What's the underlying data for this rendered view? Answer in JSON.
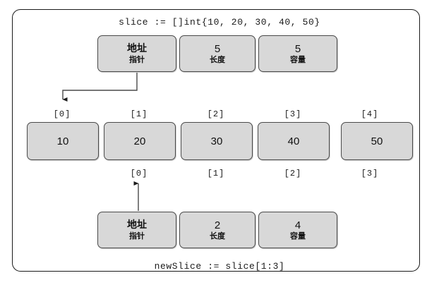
{
  "diagram": {
    "title_top": "slice := []int{10, 20, 30, 40, 50}",
    "title_bottom": "newSlice := slice[1:3]",
    "colors": {
      "box_fill": "#d8d8d8",
      "box_border": "#4a4a4a",
      "frame_border": "#1a1a1a",
      "text": "#111111",
      "background": "#ffffff"
    },
    "slice_header_top": {
      "name": "slice",
      "fields": [
        {
          "value": "地址",
          "label": "指针"
        },
        {
          "value": "5",
          "label": "长度"
        },
        {
          "value": "5",
          "label": "容量"
        }
      ]
    },
    "slice_header_bottom": {
      "name": "newSlice",
      "fields": [
        {
          "value": "地址",
          "label": "指针"
        },
        {
          "value": "2",
          "label": "长度"
        },
        {
          "value": "4",
          "label": "容量"
        }
      ]
    },
    "array": {
      "cells": [
        "10",
        "20",
        "30",
        "40",
        "50"
      ],
      "index_labels_top": [
        "[0]",
        "[1]",
        "[2]",
        "[3]",
        "[4]"
      ],
      "index_labels_bottom": [
        "[0]",
        "[1]",
        "[2]",
        "[3]"
      ]
    },
    "pointers": [
      {
        "name": "slice-pointer-arrow",
        "from": "slice header pointer field",
        "to": "array cell index 0"
      },
      {
        "name": "newslice-pointer-arrow",
        "from": "newSlice header pointer field",
        "to": "array cell index 1"
      }
    ]
  }
}
